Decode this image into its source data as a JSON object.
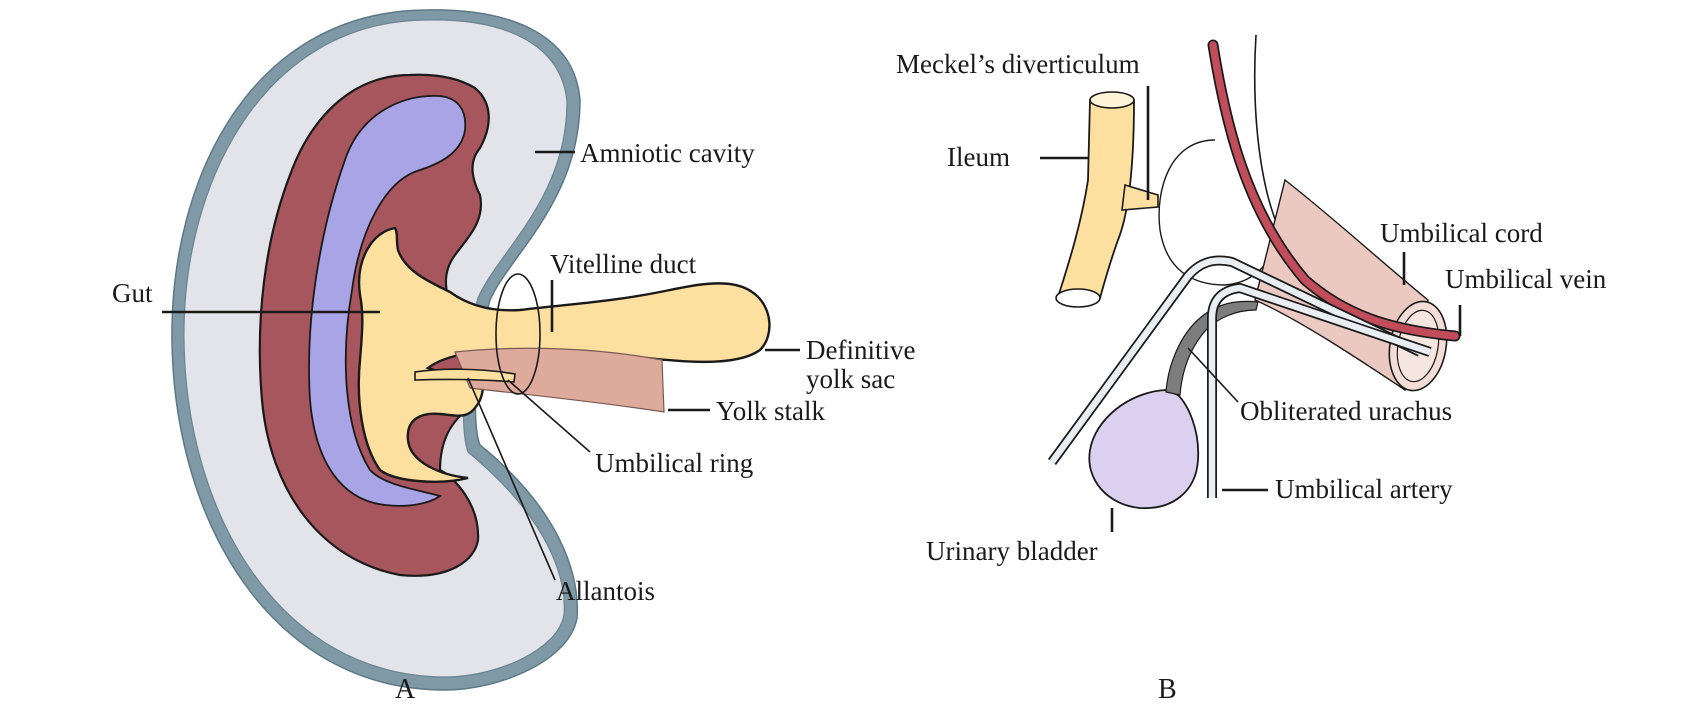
{
  "colors": {
    "background": "#ffffff",
    "amnion_fill": "#e3e3ea",
    "amnion_edge": "#7f99a6",
    "embryo_wall": "#a8565d",
    "coelom_purple": "#a9a4e6",
    "yolk_yellow": "#fde0a0",
    "stalk_pink": "#ddaa9c",
    "cord_pink": "#ecc9c0",
    "umbilical_vein_red": "#c14d5a",
    "bladder_lavender": "#dcd0f0",
    "urachus_gray": "#7d7d7d",
    "artery_tube": "#e8eef2",
    "line_black": "#1a1a1a"
  },
  "panel_a": {
    "letter": "A",
    "labels": {
      "amniotic_cavity": "Amniotic cavity",
      "vitelline_duct": "Vitelline duct",
      "gut": "Gut",
      "definitive_yolk_sac_line1": "Definitive",
      "definitive_yolk_sac_line2": "yolk sac",
      "yolk_stalk": "Yolk stalk",
      "umbilical_ring": "Umbilical ring",
      "allantois": "Allantois"
    }
  },
  "panel_b": {
    "letter": "B",
    "labels": {
      "meckels_diverticulum": "Meckel’s diverticulum",
      "ileum": "Ileum",
      "umbilical_cord": "Umbilical cord",
      "umbilical_vein": "Umbilical vein",
      "obliterated_urachus": "Obliterated urachus",
      "umbilical_artery": "Umbilical artery",
      "urinary_bladder": "Urinary bladder"
    }
  }
}
